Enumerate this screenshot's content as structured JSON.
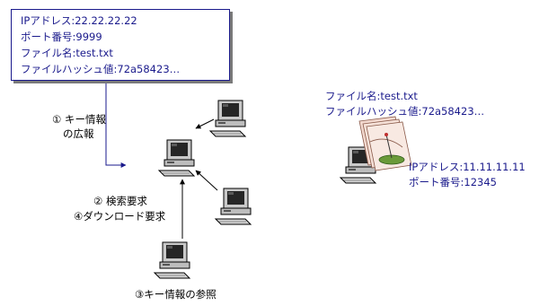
{
  "key_info_box": {
    "lines": [
      "IPアドレス:22.22.22.22",
      "ポート番号:9999",
      "ファイル名:test.txt",
      "ファイルハッシュ値:72a58423…"
    ]
  },
  "steps": {
    "advertise_1": "① キー情報",
    "advertise_2": "の広報",
    "search": "② 検索要求",
    "download": "④ダウンロード要求",
    "reference": "③キー情報の参照"
  },
  "peer_file_info": {
    "lines": [
      "ファイル名:test.txt",
      "ファイルハッシュ値:72a58423…"
    ]
  },
  "peer_address": {
    "lines": [
      "IPアドレス:11.11.11.11",
      "ポート番号:12345"
    ]
  },
  "colors": {
    "text_blue": "#1a1a8c",
    "arrow": "#1a1a8c",
    "computer_gray": "#bdbdbd"
  },
  "icons": [
    "computer-icon",
    "document-stack-icon"
  ]
}
